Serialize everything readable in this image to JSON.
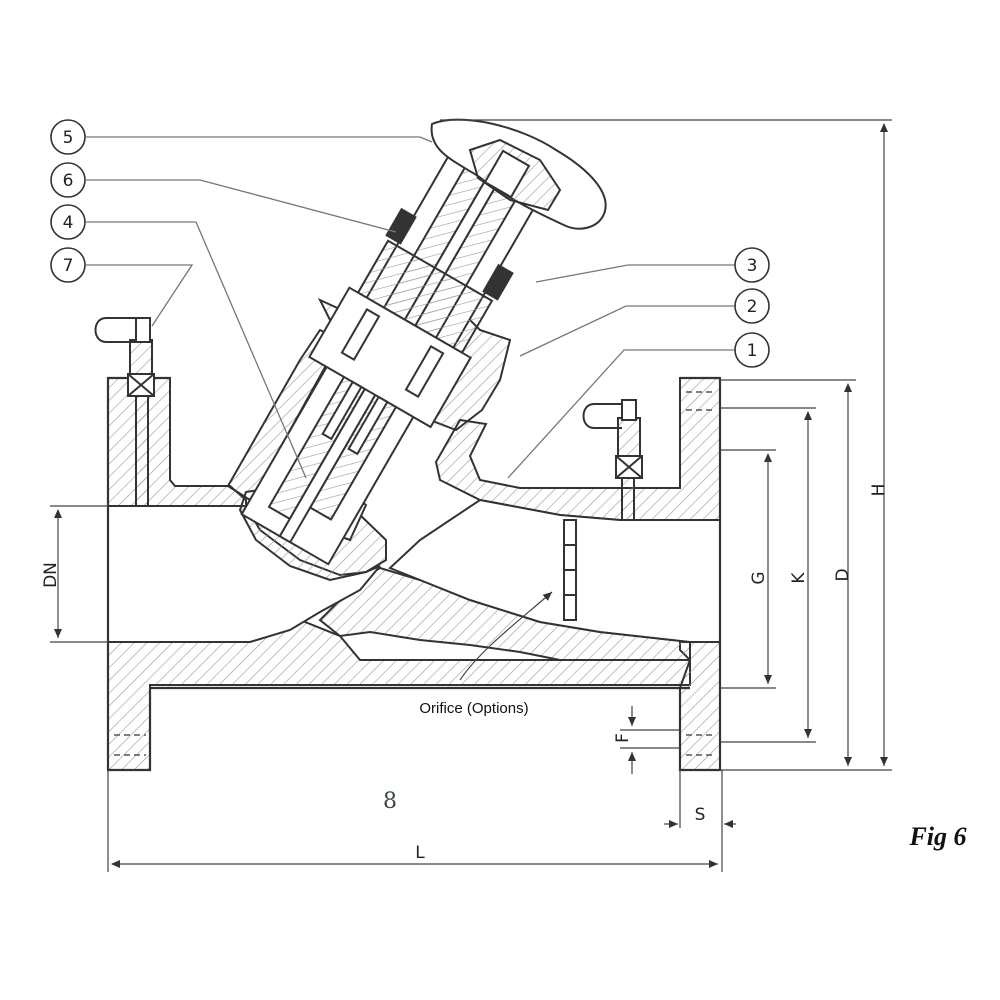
{
  "figure": {
    "label": "Fig 6",
    "page_number": "8",
    "orifice_note": "Orifice (Options)"
  },
  "callouts": [
    "5",
    "6",
    "4",
    "7",
    "3",
    "2",
    "1"
  ],
  "dimensions": {
    "DN": "DN",
    "G": "G",
    "K": "K",
    "D": "D",
    "H": "H",
    "F": "F",
    "S": "S",
    "L": "L"
  },
  "colors": {
    "line": "#333333",
    "leader": "#777777",
    "hatch": "#9a9a9a"
  }
}
